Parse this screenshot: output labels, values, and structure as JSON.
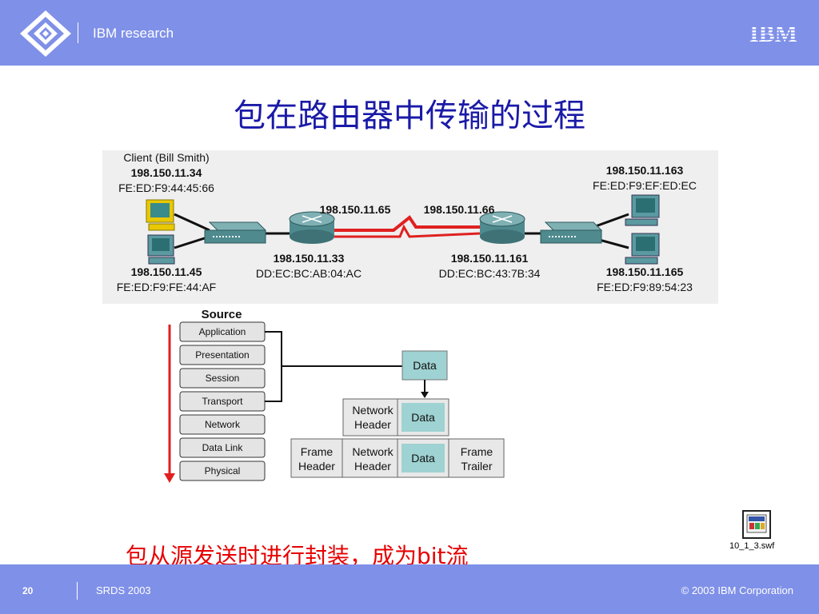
{
  "header": {
    "brand": "IBM research",
    "logo_text": "IBM"
  },
  "title": "包在路由器中传输的过程",
  "network": {
    "client_name": "Client (Bill Smith)",
    "client_ip": "198.150.11.34",
    "client_mac": "FE:ED:F9:44:45:66",
    "left_lower_ip": "198.150.11.45",
    "left_lower_mac": "FE:ED:F9:FE:44:AF",
    "router1_wan_ip": "198.150.11.65",
    "router2_wan_ip": "198.150.11.66",
    "router1_lan_ip": "198.150.11.33",
    "router1_lan_mac": "DD:EC:BC:AB:04:AC",
    "router2_lan_ip": "198.150.11.161",
    "router2_lan_mac": "DD:EC:BC:43:7B:34",
    "right_upper_ip": "198.150.11.163",
    "right_upper_mac": "FE:ED:F9:EF:ED:EC",
    "right_lower_ip": "198.150.11.165",
    "right_lower_mac": "FE:ED:F9:89:54:23"
  },
  "osi": {
    "source_label": "Source",
    "layers": [
      "Application",
      "Presentation",
      "Session",
      "Transport",
      "Network",
      "Data Link",
      "Physical"
    ]
  },
  "encapsulation": {
    "data": "Data",
    "network_header_1": "Network",
    "network_header_2": "Header",
    "frame_header_1": "Frame",
    "frame_header_2": "Header",
    "frame_trailer_1": "Frame",
    "frame_trailer_2": "Trailer"
  },
  "caption": "包从源发送时进行封装，成为bit流",
  "attachment": {
    "filename": "10_1_3.swf"
  },
  "footer": {
    "page": "20",
    "event": "SRDS 2003",
    "copyright": "© 2003 IBM Corporation"
  }
}
